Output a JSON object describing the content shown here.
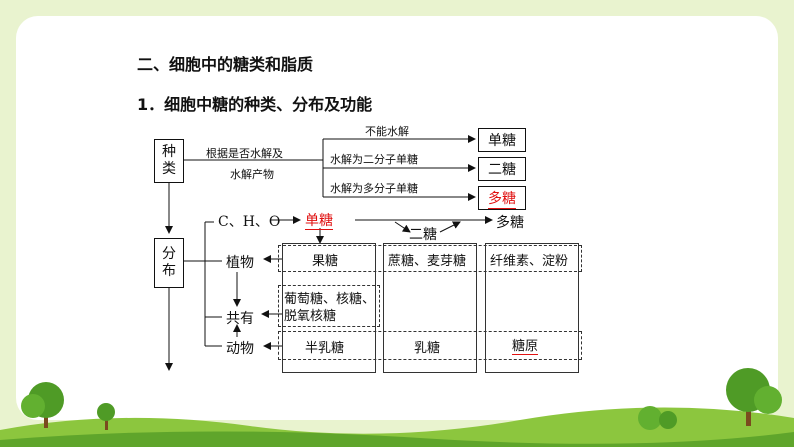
{
  "heading": "二、细胞中的糖类和脂质",
  "subheading": "1．细胞中糖的种类、分布及功能",
  "left_nodes": {
    "zhonglei": [
      "种",
      "类"
    ],
    "fenbu": [
      "分",
      "布"
    ]
  },
  "criteria": {
    "line1": "根据是否水解及",
    "line2": "水解产物"
  },
  "branches": {
    "no_hydrolysis": "不能水解",
    "two_mono": "水解为二分子单糖",
    "multi_mono": "水解为多分子单糖"
  },
  "sugar_types": {
    "mono": "单糖",
    "di": "二糖",
    "poly": "多糖"
  },
  "flow": {
    "elements": "C、H、O",
    "mono": "单糖",
    "di": "二糖",
    "poly": "多糖"
  },
  "organisms": {
    "plant": "植物",
    "common": "共有",
    "animal": "动物"
  },
  "cells": {
    "plant_mono": "果糖",
    "plant_di": "蔗糖、麦芽糖",
    "plant_poly": "纤维素、淀粉",
    "common_mono_line1": "葡萄糖、核糖、",
    "common_mono_line2": "脱氧核糖",
    "animal_mono": "半乳糖",
    "animal_di": "乳糖",
    "animal_poly": "糖原"
  },
  "colors": {
    "background": "#e9f3cf",
    "accent_red": "#e01010"
  }
}
